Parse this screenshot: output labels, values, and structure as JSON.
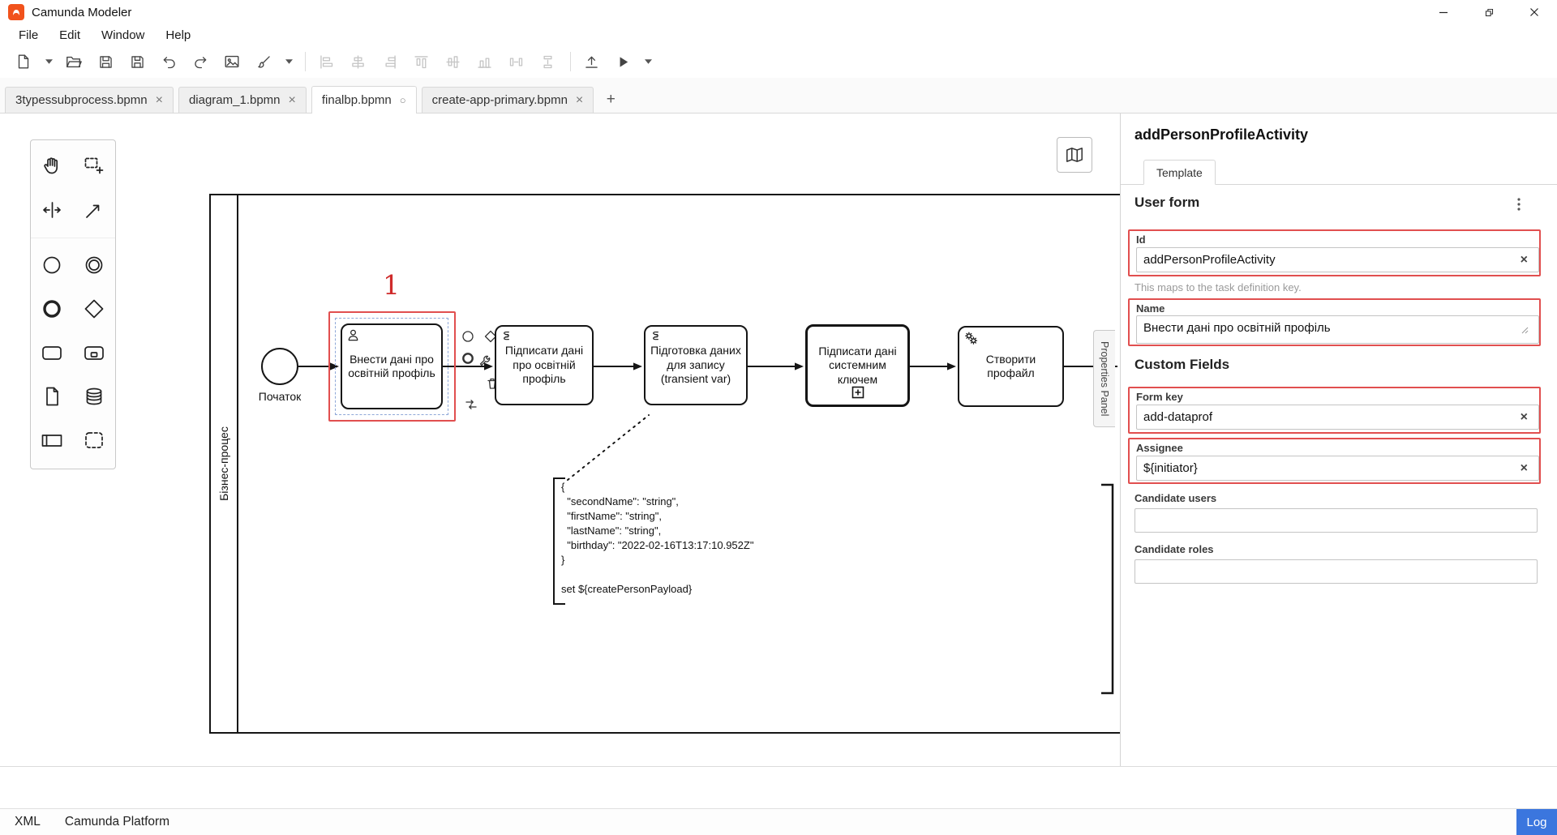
{
  "window": {
    "title": "Camunda Modeler"
  },
  "menu": {
    "items": [
      {
        "label": "File"
      },
      {
        "label": "Edit"
      },
      {
        "label": "Window"
      },
      {
        "label": "Help"
      }
    ]
  },
  "tabs": {
    "items": [
      {
        "label": "3typessubprocess.bpmn",
        "close": "×"
      },
      {
        "label": "diagram_1.bpmn",
        "close": "×"
      },
      {
        "label": "finalbp.bpmn",
        "unsaved": "○"
      },
      {
        "label": "create-app-primary.bpmn",
        "close": "×"
      }
    ],
    "add": "+"
  },
  "canvas": {
    "pool_label": "Бізнес-процес",
    "overlay_number": "1",
    "start_event_label": "Початок",
    "tasks": [
      {
        "label": "Внести дані про освітній профіль"
      },
      {
        "label": "Підписати дані про освітній профіль"
      },
      {
        "label": "Підготовка даних для запису (transient var)"
      },
      {
        "label": "Підписати дані системним ключем"
      },
      {
        "label": "Створити профайл"
      }
    ],
    "annotation": "{\n  \"secondName\": \"string\",\n  \"firstName\": \"string\",\n  \"lastName\": \"string\",\n  \"birthday\": \"2022-02-16T13:17:10.952Z\"\n}\n\nset ${createPersonPayload}",
    "properties_panel_tab": "Properties Panel"
  },
  "properties": {
    "title": "addPersonProfileActivity",
    "active_tab": "Template",
    "sections": {
      "user_form": "User form",
      "custom_fields": "Custom Fields"
    },
    "fields": {
      "id": {
        "label": "Id",
        "value": "addPersonProfileActivity",
        "help": "This maps to the task definition key."
      },
      "name": {
        "label": "Name",
        "value": "Внести дані про освітній профіль"
      },
      "form_key": {
        "label": "Form key",
        "value": "add-dataprof"
      },
      "assignee": {
        "label": "Assignee",
        "value": "${initiator}"
      },
      "candidate_users": {
        "label": "Candidate users",
        "value": ""
      },
      "candidate_roles": {
        "label": "Candidate roles",
        "value": ""
      }
    },
    "clear": "×"
  },
  "statusbar": {
    "xml_label": "XML",
    "engine_label": "Camunda Platform",
    "log_label": "Log"
  },
  "colors": {
    "annotation_red": "#e14f4f",
    "log_button_blue": "#3b76de",
    "camunda_orange": "#f1521c",
    "selection_blue": "#8fa8d8"
  }
}
